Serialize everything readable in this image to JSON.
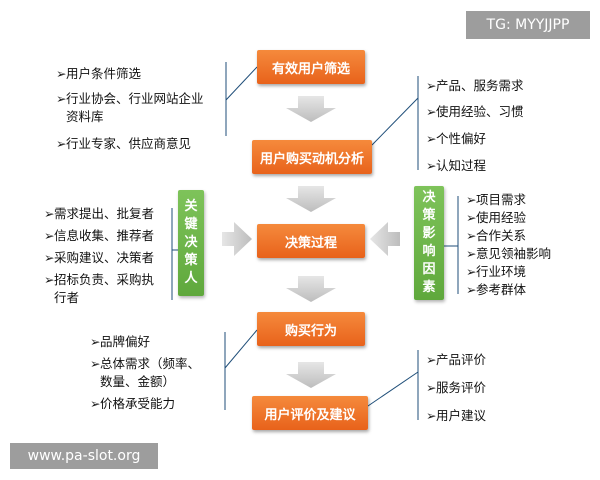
{
  "watermark_top": "TG: MYYJJPP",
  "watermark_bottom": "www.pa-slot.org",
  "bullet_glyph": "➢",
  "steps": [
    "有效用户筛选",
    "用户购买动机分析",
    "决策过程",
    "购买行为",
    "用户评价及建议"
  ],
  "key_decider": [
    "关",
    "键",
    "决",
    "策",
    "人"
  ],
  "decision_factors": [
    "决",
    "策",
    "影",
    "响",
    "因",
    "素"
  ],
  "left_screen": [
    "用户条件筛选",
    "行业协会、行业网站企业",
    "资料库",
    "行业专家、供应商意见"
  ],
  "left_decider": [
    "需求提出、批复者",
    "信息收集、推荐者",
    "采购建议、决策者",
    "招标负责、采购执",
    "行者"
  ],
  "left_purchase": [
    "品牌偏好",
    "总体需求（频率、",
    "数量、金额）",
    "价格承受能力"
  ],
  "right_motive": [
    "产品、服务需求",
    "使用经验、习惯",
    "个性偏好",
    "认知过程"
  ],
  "right_factors": [
    "项目需求",
    "使用经验",
    "合作关系",
    "意见领袖影响",
    "行业环境",
    "参考群体"
  ],
  "right_eval": [
    "产品评价",
    "服务评价",
    "用户建议"
  ],
  "colors": {
    "orange": "#e8621b",
    "green": "#5fa83c",
    "arrow": "#cccccc",
    "line": "#1f4e79"
  }
}
